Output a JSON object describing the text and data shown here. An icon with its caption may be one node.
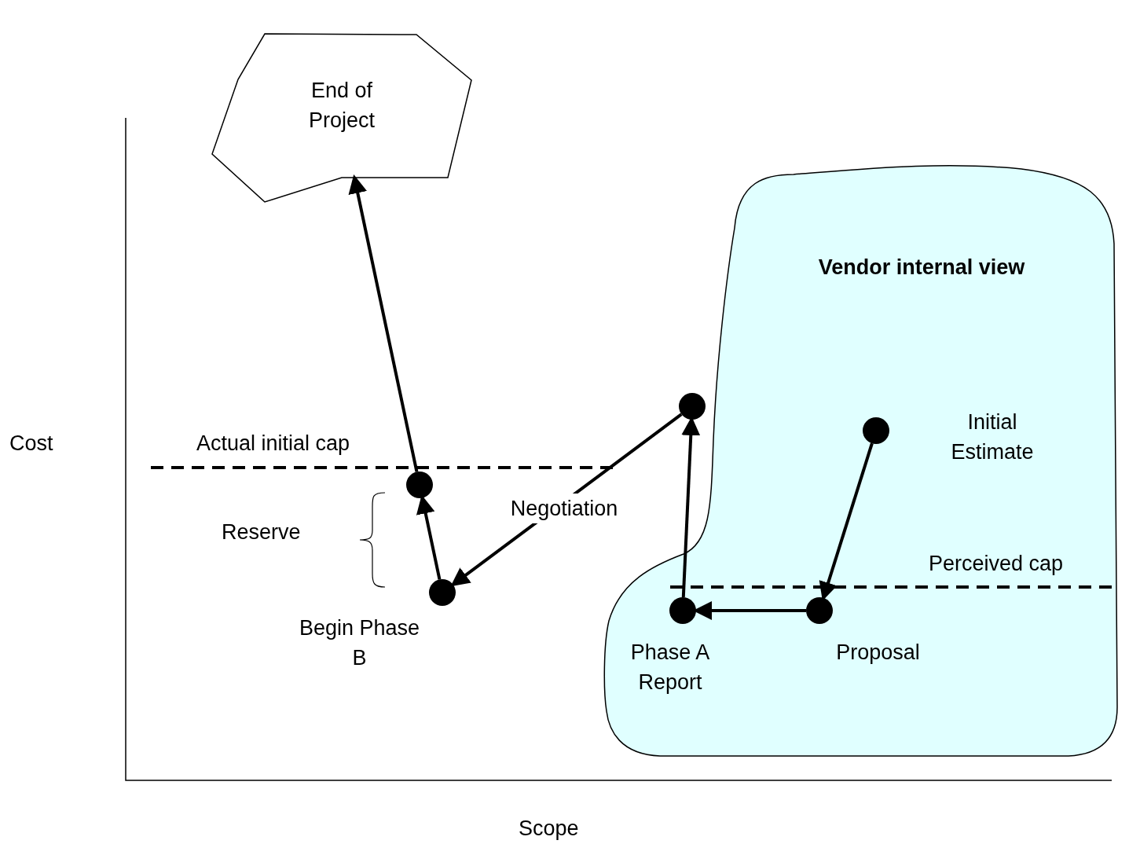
{
  "diagram": {
    "nodes": [
      {
        "text": [
          "End of Project"
        ]
      },
      {
        "text": [
          "Vendor internal view"
        ]
      },
      {
        "text": [],
        "shape": "circle",
        "in": 1,
        "beside": [
          "Initial Estimate"
        ]
      },
      {
        "text": [],
        "shape": "circle",
        "in": 1,
        "beside": [
          "Proposal"
        ]
      },
      {
        "text": [],
        "shape": "circle",
        "in": 1,
        "beside": [
          "Phase A Report"
        ]
      },
      {
        "text": [],
        "shape": "circle"
      },
      {
        "text": [],
        "shape": "circle"
      },
      {
        "text": [],
        "shape": "circle",
        "beside": [
          "Begin Phase B"
        ]
      }
    ],
    "edges": [
      {
        "from": 2,
        "to": 3,
        "arrow": "to"
      },
      {
        "from": 3,
        "to": 4,
        "arrow": "to"
      },
      {
        "from": 4,
        "to": 5,
        "arrow": "to"
      },
      {
        "from": 5,
        "to": 7,
        "arrow": "to",
        "label": "Negotiation"
      },
      {
        "from": 7,
        "to": 6,
        "arrow": "to"
      },
      {
        "from": 6,
        "to": 0,
        "arrow": "to"
      }
    ],
    "labels": [
      "Cost",
      "Actual initial cap",
      "Reserve",
      "Perceived cap",
      "Scope"
    ]
  }
}
